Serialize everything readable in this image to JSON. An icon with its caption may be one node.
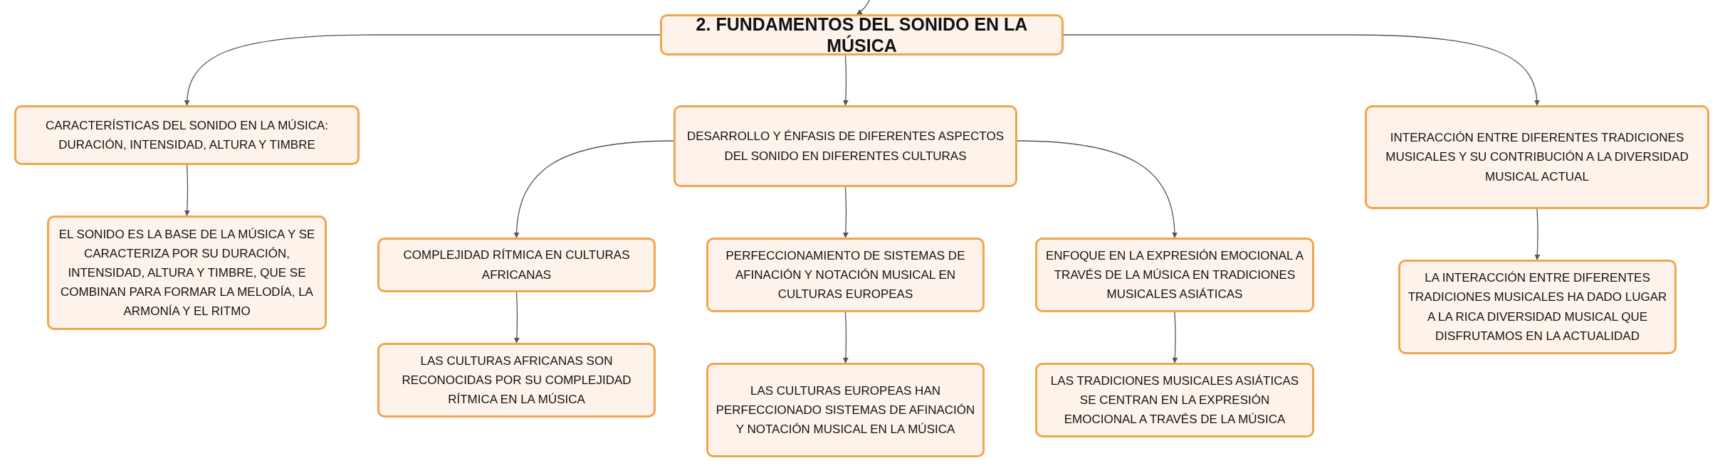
{
  "diagram": {
    "nodes": [
      {
        "text": [
          "2. FUNDAMENTOS DEL SONIDO EN LA MÚSICA"
        ]
      },
      {
        "text": [
          "CARACTERÍSTICAS DEL SONIDO EN LA MÚSICA: DURACIÓN, INTENSIDAD, ALTURA Y TIMBRE"
        ]
      },
      {
        "text": [
          "EL SONIDO ES LA BASE DE LA MÚSICA Y SE CARACTERIZA POR SU DURACIÓN, INTENSIDAD, ALTURA Y TIMBRE, QUE SE COMBINAN PARA FORMAR LA MELODÍA, LA ARMONÍA Y EL RITMO"
        ]
      },
      {
        "text": [
          "DESARROLLO Y ÉNFASIS DE DIFERENTES ASPECTOS DEL SONIDO EN DIFERENTES CULTURAS"
        ]
      },
      {
        "text": [
          "COMPLEJIDAD RÍTMICA EN CULTURAS AFRICANAS"
        ]
      },
      {
        "text": [
          "LAS CULTURAS AFRICANAS SON RECONOCIDAS POR SU COMPLEJIDAD RÍTMICA EN LA MÚSICA"
        ]
      },
      {
        "text": [
          "PERFECCIONAMIENTO DE SISTEMAS DE AFINACIÓN Y NOTACIÓN MUSICAL EN CULTURAS EUROPEAS"
        ]
      },
      {
        "text": [
          "LAS CULTURAS EUROPEAS HAN PERFECCIONADO SISTEMAS DE AFINACIÓN Y NOTACIÓN MUSICAL EN LA MÚSICA"
        ]
      },
      {
        "text": [
          "ENFOQUE EN LA EXPRESIÓN EMOCIONAL A TRAVÉS DE LA MÚSICA EN TRADICIONES MUSICALES ASIÁTICAS"
        ]
      },
      {
        "text": [
          "LAS TRADICIONES MUSICALES ASIÁTICAS SE CENTRAN EN LA EXPRESIÓN EMOCIONAL A TRAVÉS DE LA MÚSICA"
        ]
      },
      {
        "text": [
          "INTERACCIÓN ENTRE DIFERENTES TRADICIONES MUSICALES Y SU CONTRIBUCIÓN A LA DIVERSIDAD MUSICAL ACTUAL"
        ]
      },
      {
        "text": [
          "LA INTERACCIÓN ENTRE DIFERENTES TRADICIONES MUSICALES HA DADO LUGAR A LA RICA DIVERSIDAD MUSICAL QUE DISFRUTAMOS EN LA ACTUALIDAD"
        ]
      }
    ],
    "edges": [
      {
        "from": null,
        "to": 0,
        "arrow": "to"
      },
      {
        "from": 0,
        "to": 1,
        "arrow": "to"
      },
      {
        "from": 0,
        "to": 3,
        "arrow": "to"
      },
      {
        "from": 0,
        "to": 10,
        "arrow": "to"
      },
      {
        "from": 1,
        "to": 2,
        "arrow": "to"
      },
      {
        "from": 3,
        "to": 4,
        "arrow": "to"
      },
      {
        "from": 3,
        "to": 6,
        "arrow": "to"
      },
      {
        "from": 3,
        "to": 8,
        "arrow": "to"
      },
      {
        "from": 4,
        "to": 5,
        "arrow": "to"
      },
      {
        "from": 6,
        "to": 7,
        "arrow": "to"
      },
      {
        "from": 8,
        "to": 9,
        "arrow": "to"
      },
      {
        "from": 10,
        "to": 11,
        "arrow": "to"
      }
    ]
  }
}
